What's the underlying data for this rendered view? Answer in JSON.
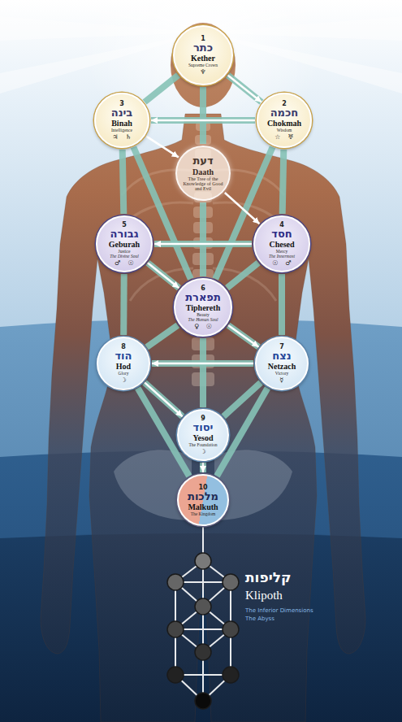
{
  "diagram": {
    "nodes": [
      {
        "text": [
          "1",
          "כתר",
          "Kether",
          "Supreme Crown",
          "♆"
        ]
      },
      {
        "text": [
          "3",
          "בינה",
          "Binah",
          "Intelligence",
          "♃",
          "♄"
        ]
      },
      {
        "text": [
          "2",
          "חכמה",
          "Chokmah",
          "Wisdom",
          "☆",
          "♅"
        ]
      },
      {
        "text": [
          "דעת",
          "Daath",
          "The Tree of the Knowledge of Good and Evil"
        ]
      },
      {
        "text": [
          "5",
          "גבורה",
          "Geburah",
          "Justice",
          "The Divine Soul",
          "♂",
          "☉"
        ]
      },
      {
        "text": [
          "4",
          "חסד",
          "Chesed",
          "Mercy",
          "The Innermost",
          "☉",
          "♂"
        ]
      },
      {
        "text": [
          "6",
          "תפארת",
          "Tiphereth",
          "Beauty",
          "The Human Soul",
          "♀",
          "☉"
        ]
      },
      {
        "text": [
          "8",
          "הוד",
          "Hod",
          "Glory",
          "☽"
        ]
      },
      {
        "text": [
          "7",
          "נצח",
          "Netzach",
          "Victory",
          "☿"
        ]
      },
      {
        "text": [
          "9",
          "יסוד",
          "Yesod",
          "The Foundation",
          "☽"
        ]
      },
      {
        "text": [
          "10",
          "מלכות",
          "Malkuth",
          "The Kingdom"
        ]
      }
    ],
    "edges": [
      {
        "from": 0,
        "to": 2,
        "arrow": "none"
      },
      {
        "from": 0,
        "to": 1,
        "arrow": "none"
      },
      {
        "from": 0,
        "to": 3,
        "arrow": "none"
      },
      {
        "from": 1,
        "to": 2,
        "arrow": "none"
      },
      {
        "from": 2,
        "to": 6,
        "arrow": "none"
      },
      {
        "from": 2,
        "to": 5,
        "arrow": "none"
      },
      {
        "from": 1,
        "to": 6,
        "arrow": "none"
      },
      {
        "from": 1,
        "to": 4,
        "arrow": "none"
      },
      {
        "from": 4,
        "to": 5,
        "arrow": "none"
      },
      {
        "from": 5,
        "to": 6,
        "arrow": "none"
      },
      {
        "from": 5,
        "to": 8,
        "arrow": "none"
      },
      {
        "from": 4,
        "to": 6,
        "arrow": "none"
      },
      {
        "from": 4,
        "to": 7,
        "arrow": "none"
      },
      {
        "from": 6,
        "to": 8,
        "arrow": "none"
      },
      {
        "from": 6,
        "to": 7,
        "arrow": "none"
      },
      {
        "from": 3,
        "to": 6,
        "arrow": "none"
      },
      {
        "from": 6,
        "to": 9,
        "arrow": "none"
      },
      {
        "from": 7,
        "to": 8,
        "arrow": "none"
      },
      {
        "from": 8,
        "to": 9,
        "arrow": "none"
      },
      {
        "from": 8,
        "to": 10,
        "arrow": "none"
      },
      {
        "from": 7,
        "to": 9,
        "arrow": "none"
      },
      {
        "from": 7,
        "to": 10,
        "arrow": "none"
      },
      {
        "from": 9,
        "to": 10,
        "arrow": "none"
      },
      {
        "from": 0,
        "to": 2,
        "arrow": "to"
      },
      {
        "from": 2,
        "to": 1,
        "arrow": "to"
      },
      {
        "from": 1,
        "to": 3,
        "arrow": "to"
      },
      {
        "from": 3,
        "to": 5,
        "arrow": "to"
      },
      {
        "from": 5,
        "to": 4,
        "arrow": "to"
      },
      {
        "from": 4,
        "to": 6,
        "arrow": "to"
      },
      {
        "from": 6,
        "to": 8,
        "arrow": "to"
      },
      {
        "from": 8,
        "to": 7,
        "arrow": "to"
      },
      {
        "from": 7,
        "to": 9,
        "arrow": "to"
      },
      {
        "from": 9,
        "to": 10,
        "arrow": "to"
      }
    ],
    "labels": [
      "קליפות",
      "Klipoth",
      "The Inferior Dimensions",
      "The Abyss"
    ]
  }
}
